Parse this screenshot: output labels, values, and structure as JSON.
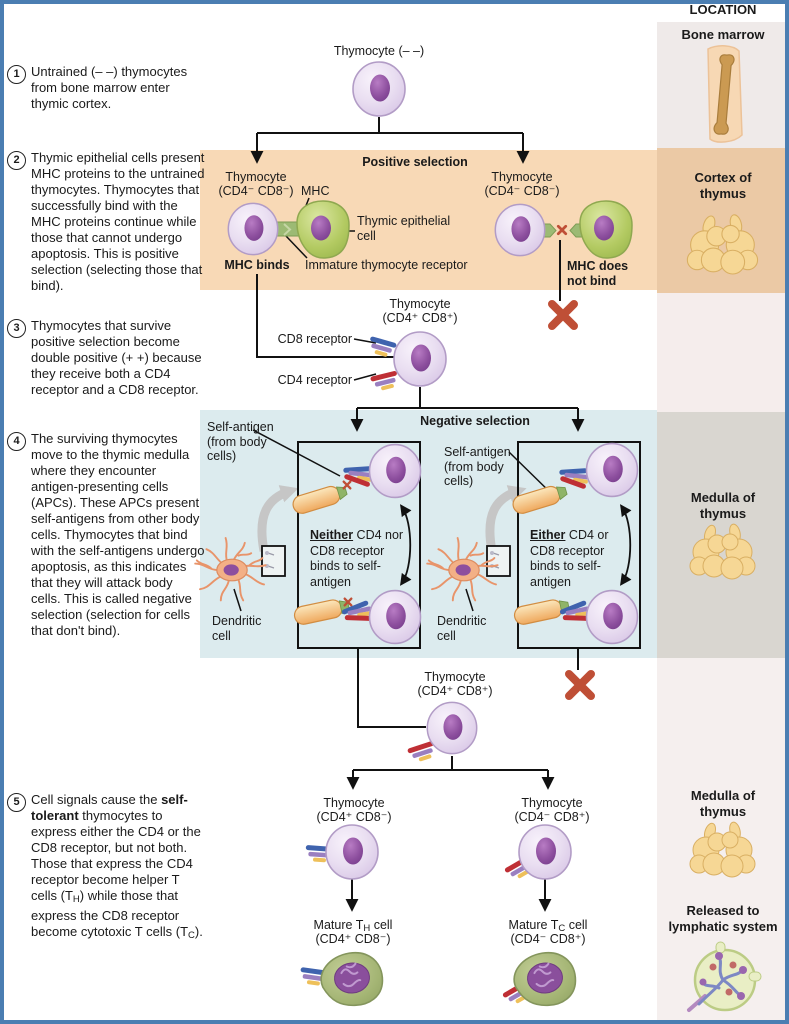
{
  "colors": {
    "frame_blue": "#4b7eb2",
    "positive_band": "#f8d9b6",
    "negative_band": "#dcebee",
    "cortex_section": "#ebc9a5",
    "medulla_section": "#d9d6d0",
    "bone_section": "#efeae9",
    "released_section": "#f5efee",
    "thymocyte_cell": "#e6dbf0",
    "nucleus_purple": "#8d4f9e",
    "epithelial_green": "#b3ca62",
    "mature_cell_green": "#a3b473",
    "apc_rod_orange": "#f3b869",
    "dendritic_orange": "#f3b086",
    "cd8_receptor_blue": "#3f63ae",
    "cd4_receptor_red": "#bf2f35",
    "reject_x_red": "#bf4f36"
  },
  "location": {
    "header": "LOCATION",
    "bone_marrow": "Bone marrow",
    "cortex": "Cortex of\nthymus",
    "medulla": "Medulla of\nthymus",
    "medulla2": "Medulla of\nthymus",
    "released": "Released to\nlymphatic system"
  },
  "steps": [
    {
      "num": "1",
      "text": "Untrained (– –) thymocytes from bone marrow enter thymic cortex."
    },
    {
      "num": "2",
      "text": "Thymic epithelial cells present MHC proteins to the untrained thymocytes. Thymocytes that successfully bind with the MHC proteins continue while those that cannot undergo apoptosis. This is positive selection (selecting those that bind)."
    },
    {
      "num": "3",
      "text": "Thymocytes that survive positive selection become double positive (+ +) because they receive both a CD4 receptor and a CD8 receptor."
    },
    {
      "num": "4",
      "text": "The surviving thymocytes move to the thymic medulla where they encounter antigen-presenting cells (APCs). These APCs present self-antigens from other body cells. Thymocytes that bind with the self-antigens undergo apoptosis, as this indicates that they will attack body cells. This is called negative selection (selection for cells that don't bind)."
    },
    {
      "num": "5",
      "seg1": "Cell signals cause the ",
      "bold": "self-tolerant",
      "seg2": " thymocytes to express either the CD4 or the CD8 receptor, but not both. Those that express the CD4 receptor become helper T cells (T",
      "sub1": "H",
      "seg3": ") while those that express the CD8 receptor become cytotoxic T cells (T",
      "sub2": "C",
      "seg4": ")."
    }
  ],
  "flow": {
    "top_label": "Thymocyte (– –)",
    "positive": {
      "title": "Positive selection",
      "left_cell_name": "Thymocyte",
      "left_cell_type": "(CD4⁻ CD8⁻)",
      "mhc": "MHC",
      "epithelial": "Thymic epithelial\ncell",
      "mhc_binds": "MHC binds",
      "immature": "Immature thymocyte receptor",
      "right_cell_name": "Thymocyte",
      "right_cell_type": "(CD4⁻ CD8⁻)",
      "no_bind": "MHC does\nnot bind"
    },
    "double_positive": {
      "name": "Thymocyte",
      "type": "(CD4⁺ CD8⁺)",
      "cd8": "CD8 receptor",
      "cd4": "CD4 receptor"
    },
    "negative": {
      "title": "Negative selection",
      "self_antigen_left": "Self-antigen\n(from body\ncells)",
      "self_antigen_right": "Self-antigen\n(from body\ncells)",
      "neither_u": "Neither",
      "neither_rest": " CD4 nor CD8 receptor binds to self-antigen",
      "either_u": "Either",
      "either_rest": " CD4 or CD8 receptor binds to self-antigen",
      "dendritic_left": "Dendritic\ncell",
      "dendritic_right": "Dendritic\ncell"
    },
    "post_negative": {
      "name": "Thymocyte",
      "type": "(CD4⁺ CD8⁺)"
    },
    "branch_left": {
      "name": "Thymocyte",
      "type": "(CD4⁺ CD8⁻)"
    },
    "branch_right": {
      "name": "Thymocyte",
      "type": "(CD4⁻ CD8⁺)"
    },
    "mature_left": {
      "pre": "Mature T",
      "sub": "H",
      "post": " cell",
      "type": "(CD4⁺ CD8⁻)"
    },
    "mature_right": {
      "pre": "Mature T",
      "sub": "C",
      "post": " cell",
      "type": "(CD4⁻ CD8⁺)"
    }
  }
}
